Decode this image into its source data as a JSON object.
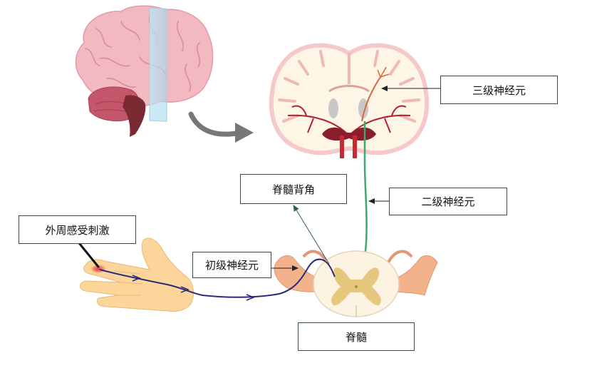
{
  "labels": {
    "third_order_neuron": "三级神经元",
    "dorsal_horn": "脊髓背角",
    "second_order_neuron": "二级神经元",
    "peripheral_stimulus": "外周感受刺激",
    "first_order_neuron": "初级神经元",
    "spinal_cord": "脊髓"
  },
  "colors": {
    "brain_pink": "#f2b9c1",
    "cerebellum": "#c4566a",
    "brainstem": "#7a2a32",
    "white_matter": "#fdf6e6",
    "gray_matter_rim": "#f5c9c9",
    "ventricle": "#c8c8c8",
    "first_neuron": "#2b2a78",
    "second_neuron": "#3aa870",
    "third_neuron": "#e0643a",
    "hand_skin": "#fbd59a",
    "spinal_gray": "#e6c77e",
    "stimulus": "#e4353f",
    "arrow_gray": "#777777"
  }
}
